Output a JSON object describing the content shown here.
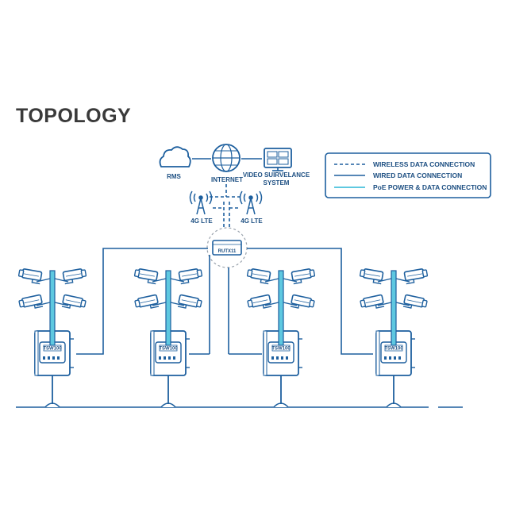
{
  "title": "TOPOLOGY",
  "nodes": {
    "rms": "RMS",
    "internet": "INTERNET",
    "video_line1": "VIDEO SUIRVELANCE",
    "video_line2": "SYSTEM",
    "lte_left": "4G LTE",
    "lte_right": "4G LTE",
    "router": "RUTX11"
  },
  "legend": {
    "wireless": "WIRELESS DATA CONNECTION",
    "wired": "WIRED DATA CONNECTION",
    "poe": "PoE POWER & DATA CONNECTION"
  },
  "switches": [
    "TSW100",
    "TSW100",
    "TSW100",
    "TSW100"
  ],
  "colors": {
    "primary": "#1d5f9e",
    "poe": "#5ec8e0",
    "title": "#3a3a3a"
  }
}
